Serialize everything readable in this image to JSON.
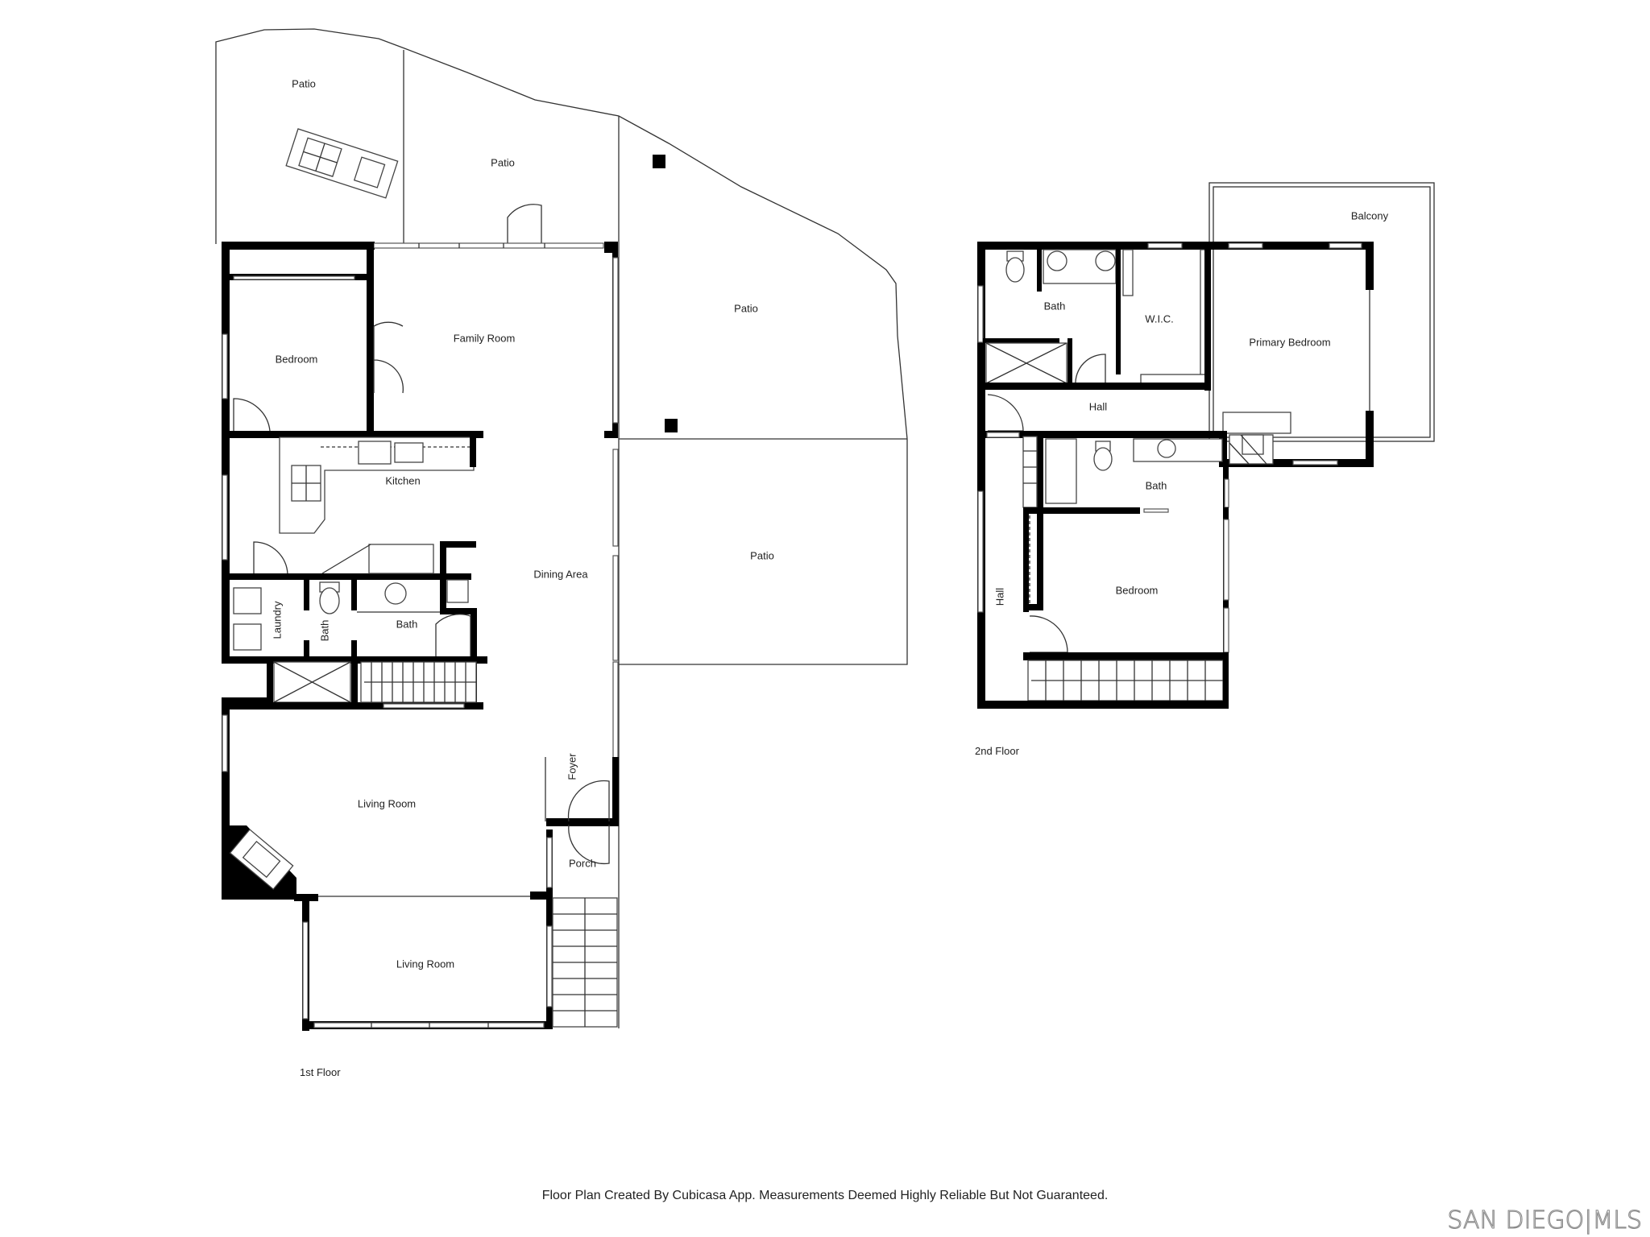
{
  "floor_plan": {
    "floors": [
      {
        "label": "1st Floor",
        "rooms": [
          {
            "name": "Patio",
            "key": "patio_1"
          },
          {
            "name": "Patio",
            "key": "patio_2"
          },
          {
            "name": "Patio",
            "key": "patio_3"
          },
          {
            "name": "Patio",
            "key": "patio_4"
          },
          {
            "name": "Bedroom",
            "key": "bedroom"
          },
          {
            "name": "Family Room",
            "key": "family_room"
          },
          {
            "name": "Kitchen",
            "key": "kitchen"
          },
          {
            "name": "Dining Area",
            "key": "dining_area"
          },
          {
            "name": "Laundry",
            "key": "laundry"
          },
          {
            "name": "Bath",
            "key": "bath_half"
          },
          {
            "name": "Bath",
            "key": "bath"
          },
          {
            "name": "Living Room",
            "key": "living_room_1"
          },
          {
            "name": "Foyer",
            "key": "foyer"
          },
          {
            "name": "Porch",
            "key": "porch"
          },
          {
            "name": "Living Room",
            "key": "living_room_2"
          }
        ]
      },
      {
        "label": "2nd Floor",
        "rooms": [
          {
            "name": "Balcony",
            "key": "balcony"
          },
          {
            "name": "Bath",
            "key": "primary_bath"
          },
          {
            "name": "W.I.C.",
            "key": "wic"
          },
          {
            "name": "Primary Bedroom",
            "key": "primary_bedroom"
          },
          {
            "name": "Hall",
            "key": "hall_upper"
          },
          {
            "name": "Bath",
            "key": "bath_2"
          },
          {
            "name": "Hall",
            "key": "hall_side"
          },
          {
            "name": "Bedroom",
            "key": "bedroom_2"
          }
        ]
      }
    ]
  },
  "footer": {
    "disclaimer": "Floor Plan Created By Cubicasa App. Measurements Deemed Highly Reliable But Not Guaranteed.",
    "logo": "SAN DIEGO|MLS"
  },
  "colors": {
    "wall": "#000000",
    "line": "#333333",
    "background": "#ffffff",
    "logo_outline": "#8a8a8a"
  }
}
